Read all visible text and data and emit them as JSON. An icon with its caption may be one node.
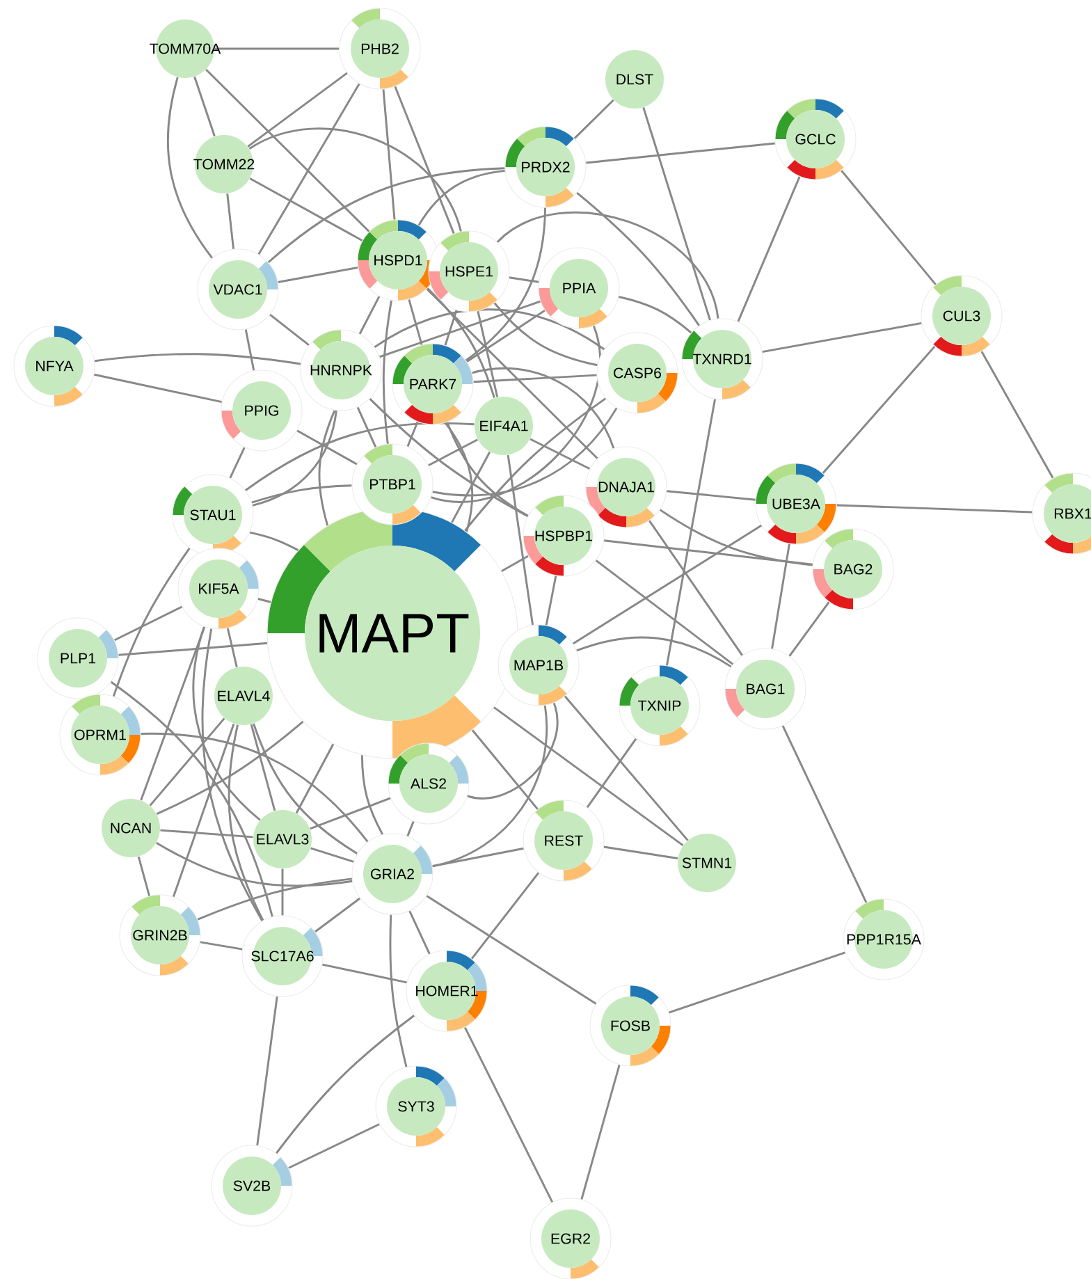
{
  "diagram": {
    "nodes": [
      {
        "text": [
          "MAPT"
        ]
      },
      {
        "text": [
          "TOMM70A"
        ]
      },
      {
        "text": [
          "PHB2"
        ]
      },
      {
        "text": [
          "TOMM22"
        ]
      },
      {
        "text": [
          "PRDX2"
        ]
      },
      {
        "text": [
          "DLST"
        ]
      },
      {
        "text": [
          "GCLC"
        ]
      },
      {
        "text": [
          "HSPD1"
        ]
      },
      {
        "text": [
          "HSPE1"
        ]
      },
      {
        "text": [
          "VDAC1"
        ]
      },
      {
        "text": [
          "PPIA"
        ]
      },
      {
        "text": [
          "TXNRD1"
        ]
      },
      {
        "text": [
          "CUL3"
        ]
      },
      {
        "text": [
          "NFYA"
        ]
      },
      {
        "text": [
          "HNRNPK"
        ]
      },
      {
        "text": [
          "PARK7"
        ]
      },
      {
        "text": [
          "CASP6"
        ]
      },
      {
        "text": [
          "EIF4A1"
        ]
      },
      {
        "text": [
          "PPIG"
        ]
      },
      {
        "text": [
          "PTBP1"
        ]
      },
      {
        "text": [
          "STAU1"
        ]
      },
      {
        "text": [
          "DNAJA1"
        ]
      },
      {
        "text": [
          "HSPBP1"
        ]
      },
      {
        "text": [
          "UBE3A"
        ]
      },
      {
        "text": [
          "RBX1"
        ]
      },
      {
        "text": [
          "BAG2"
        ]
      },
      {
        "text": [
          "KIF5A"
        ]
      },
      {
        "text": [
          "PLP1"
        ]
      },
      {
        "text": [
          "MAP1B"
        ]
      },
      {
        "text": [
          "TXNIP"
        ]
      },
      {
        "text": [
          "BAG1"
        ]
      },
      {
        "text": [
          "ELAVL4"
        ]
      },
      {
        "text": [
          "OPRM1"
        ]
      },
      {
        "text": [
          "ALS2"
        ]
      },
      {
        "text": [
          "NCAN"
        ]
      },
      {
        "text": [
          "ELAVL3"
        ]
      },
      {
        "text": [
          "REST"
        ]
      },
      {
        "text": [
          "STMN1"
        ]
      },
      {
        "text": [
          "GRIA2"
        ]
      },
      {
        "text": [
          "GRIN2B"
        ]
      },
      {
        "text": [
          "SLC17A6"
        ]
      },
      {
        "text": [
          "PPP1R15A"
        ]
      },
      {
        "text": [
          "HOMER1"
        ]
      },
      {
        "text": [
          "FOSB"
        ]
      },
      {
        "text": [
          "SYT3"
        ]
      },
      {
        "text": [
          "SV2B"
        ]
      },
      {
        "text": [
          "EGR2"
        ]
      }
    ],
    "edges": [
      {
        "from": 1,
        "to": 2,
        "arrow": "none"
      },
      {
        "from": 1,
        "to": 3,
        "arrow": "none"
      },
      {
        "from": 1,
        "to": 9,
        "arrow": "none"
      },
      {
        "from": 1,
        "to": 7,
        "arrow": "none"
      },
      {
        "from": 2,
        "to": 3,
        "arrow": "none"
      },
      {
        "from": 2,
        "to": 9,
        "arrow": "none"
      },
      {
        "from": 2,
        "to": 7,
        "arrow": "none"
      },
      {
        "from": 2,
        "to": 8,
        "arrow": "none"
      },
      {
        "from": 3,
        "to": 9,
        "arrow": "none"
      },
      {
        "from": 3,
        "to": 7,
        "arrow": "none"
      },
      {
        "from": 3,
        "to": 8,
        "arrow": "none"
      },
      {
        "from": 4,
        "to": 7,
        "arrow": "none"
      },
      {
        "from": 4,
        "to": 9,
        "arrow": "none"
      },
      {
        "from": 4,
        "to": 5,
        "arrow": "none"
      },
      {
        "from": 4,
        "to": 6,
        "arrow": "none"
      },
      {
        "from": 4,
        "to": 11,
        "arrow": "none"
      },
      {
        "from": 4,
        "to": 15,
        "arrow": "none"
      },
      {
        "from": 5,
        "to": 11,
        "arrow": "none"
      },
      {
        "from": 6,
        "to": 11,
        "arrow": "none"
      },
      {
        "from": 6,
        "to": 12,
        "arrow": "none"
      },
      {
        "from": 12,
        "to": 11,
        "arrow": "none"
      },
      {
        "from": 12,
        "to": 23,
        "arrow": "none"
      },
      {
        "from": 12,
        "to": 24,
        "arrow": "none"
      },
      {
        "from": 23,
        "to": 24,
        "arrow": "none"
      },
      {
        "from": 23,
        "to": 21,
        "arrow": "none"
      },
      {
        "from": 23,
        "to": 28,
        "arrow": "none"
      },
      {
        "from": 23,
        "to": 30,
        "arrow": "none"
      },
      {
        "from": 25,
        "to": 30,
        "arrow": "none"
      },
      {
        "from": 25,
        "to": 21,
        "arrow": "none"
      },
      {
        "from": 25,
        "to": 22,
        "arrow": "none"
      },
      {
        "from": 11,
        "to": 10,
        "arrow": "none"
      },
      {
        "from": 11,
        "to": 29,
        "arrow": "none"
      },
      {
        "from": 11,
        "to": 8,
        "arrow": "none"
      },
      {
        "from": 9,
        "to": 7,
        "arrow": "none"
      },
      {
        "from": 9,
        "to": 14,
        "arrow": "none"
      },
      {
        "from": 9,
        "to": 18,
        "arrow": "none"
      },
      {
        "from": 13,
        "to": 14,
        "arrow": "none"
      },
      {
        "from": 13,
        "to": 18,
        "arrow": "none"
      },
      {
        "from": 7,
        "to": 14,
        "arrow": "none"
      },
      {
        "from": 7,
        "to": 15,
        "arrow": "none"
      },
      {
        "from": 7,
        "to": 19,
        "arrow": "none"
      },
      {
        "from": 7,
        "to": 17,
        "arrow": "none"
      },
      {
        "from": 7,
        "to": 21,
        "arrow": "none"
      },
      {
        "from": 8,
        "to": 15,
        "arrow": "none"
      },
      {
        "from": 8,
        "to": 17,
        "arrow": "none"
      },
      {
        "from": 8,
        "to": 10,
        "arrow": "none"
      },
      {
        "from": 8,
        "to": 16,
        "arrow": "none"
      },
      {
        "from": 10,
        "to": 15,
        "arrow": "none"
      },
      {
        "from": 10,
        "to": 14,
        "arrow": "none"
      },
      {
        "from": 10,
        "to": 19,
        "arrow": "none"
      },
      {
        "from": 16,
        "to": 15,
        "arrow": "none"
      },
      {
        "from": 16,
        "to": 14,
        "arrow": "none"
      },
      {
        "from": 16,
        "to": 19,
        "arrow": "none"
      },
      {
        "from": 14,
        "to": 19,
        "arrow": "none"
      },
      {
        "from": 14,
        "to": 20,
        "arrow": "none"
      },
      {
        "from": 14,
        "to": 22,
        "arrow": "none"
      },
      {
        "from": 15,
        "to": 21,
        "arrow": "none"
      },
      {
        "from": 15,
        "to": 22,
        "arrow": "none"
      },
      {
        "from": 15,
        "to": 19,
        "arrow": "none"
      },
      {
        "from": 17,
        "to": 20,
        "arrow": "none"
      },
      {
        "from": 17,
        "to": 19,
        "arrow": "none"
      },
      {
        "from": 17,
        "to": 21,
        "arrow": "none"
      },
      {
        "from": 17,
        "to": 28,
        "arrow": "none"
      },
      {
        "from": 18,
        "to": 20,
        "arrow": "none"
      },
      {
        "from": 18,
        "to": 19,
        "arrow": "none"
      },
      {
        "from": 20,
        "to": 19,
        "arrow": "none"
      },
      {
        "from": 0,
        "to": 22,
        "arrow": "none"
      },
      {
        "from": 0,
        "to": 20,
        "arrow": "none"
      },
      {
        "from": 0,
        "to": 26,
        "arrow": "none"
      },
      {
        "from": 0,
        "to": 27,
        "arrow": "none"
      },
      {
        "from": 0,
        "to": 38,
        "arrow": "none"
      },
      {
        "from": 0,
        "to": 35,
        "arrow": "none"
      },
      {
        "from": 0,
        "to": 34,
        "arrow": "none"
      },
      {
        "from": 0,
        "to": 36,
        "arrow": "none"
      },
      {
        "from": 0,
        "to": 37,
        "arrow": "none"
      },
      {
        "from": 0,
        "to": 14,
        "arrow": "none"
      },
      {
        "from": 0,
        "to": 15,
        "arrow": "none"
      },
      {
        "from": 0,
        "to": 17,
        "arrow": "none"
      },
      {
        "from": 0,
        "to": 16,
        "arrow": "none"
      },
      {
        "from": 22,
        "to": 30,
        "arrow": "none"
      },
      {
        "from": 22,
        "to": 28,
        "arrow": "none"
      },
      {
        "from": 21,
        "to": 30,
        "arrow": "none"
      },
      {
        "from": 28,
        "to": 30,
        "arrow": "none"
      },
      {
        "from": 28,
        "to": 37,
        "arrow": "none"
      },
      {
        "from": 28,
        "to": 38,
        "arrow": "none"
      },
      {
        "from": 29,
        "to": 36,
        "arrow": "none"
      },
      {
        "from": 30,
        "to": 41,
        "arrow": "none"
      },
      {
        "from": 41,
        "to": 43,
        "arrow": "none"
      },
      {
        "from": 43,
        "to": 46,
        "arrow": "none"
      },
      {
        "from": 43,
        "to": 38,
        "arrow": "none"
      },
      {
        "from": 46,
        "to": 42,
        "arrow": "none"
      },
      {
        "from": 42,
        "to": 38,
        "arrow": "none"
      },
      {
        "from": 42,
        "to": 40,
        "arrow": "none"
      },
      {
        "from": 42,
        "to": 45,
        "arrow": "none"
      },
      {
        "from": 42,
        "to": 36,
        "arrow": "none"
      },
      {
        "from": 44,
        "to": 45,
        "arrow": "none"
      },
      {
        "from": 44,
        "to": 38,
        "arrow": "none"
      },
      {
        "from": 45,
        "to": 40,
        "arrow": "none"
      },
      {
        "from": 38,
        "to": 36,
        "arrow": "none"
      },
      {
        "from": 38,
        "to": 39,
        "arrow": "none"
      },
      {
        "from": 38,
        "to": 40,
        "arrow": "none"
      },
      {
        "from": 38,
        "to": 35,
        "arrow": "none"
      },
      {
        "from": 38,
        "to": 34,
        "arrow": "none"
      },
      {
        "from": 38,
        "to": 31,
        "arrow": "none"
      },
      {
        "from": 38,
        "to": 33,
        "arrow": "none"
      },
      {
        "from": 38,
        "to": 32,
        "arrow": "none"
      },
      {
        "from": 39,
        "to": 34,
        "arrow": "none"
      },
      {
        "from": 39,
        "to": 40,
        "arrow": "none"
      },
      {
        "from": 39,
        "to": 31,
        "arrow": "none"
      },
      {
        "from": 40,
        "to": 31,
        "arrow": "none"
      },
      {
        "from": 40,
        "to": 35,
        "arrow": "none"
      },
      {
        "from": 40,
        "to": 26,
        "arrow": "none"
      },
      {
        "from": 40,
        "to": 27,
        "arrow": "none"
      },
      {
        "from": 34,
        "to": 35,
        "arrow": "none"
      },
      {
        "from": 34,
        "to": 26,
        "arrow": "none"
      },
      {
        "from": 34,
        "to": 31,
        "arrow": "none"
      },
      {
        "from": 35,
        "to": 26,
        "arrow": "none"
      },
      {
        "from": 35,
        "to": 33,
        "arrow": "none"
      },
      {
        "from": 35,
        "to": 31,
        "arrow": "none"
      },
      {
        "from": 26,
        "to": 27,
        "arrow": "none"
      },
      {
        "from": 26,
        "to": 31,
        "arrow": "none"
      },
      {
        "from": 32,
        "to": 20,
        "arrow": "none"
      },
      {
        "from": 36,
        "to": 37,
        "arrow": "none"
      },
      {
        "from": 33,
        "to": 28,
        "arrow": "none"
      }
    ]
  }
}
